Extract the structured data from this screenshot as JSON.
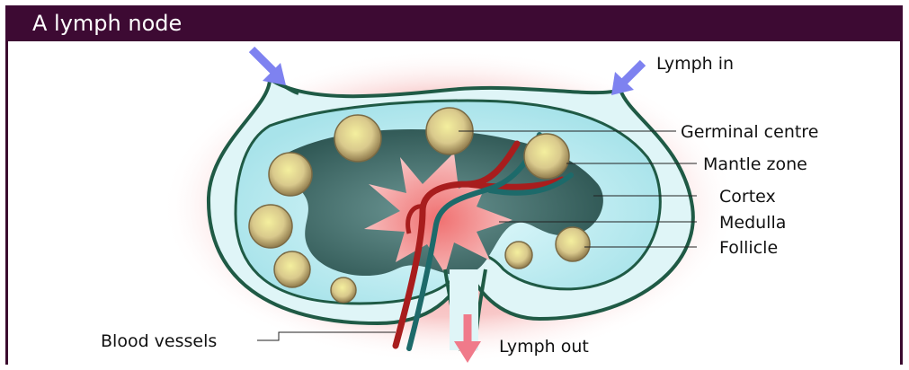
{
  "title": "A lymph node",
  "labels": {
    "lymph_in": "Lymph in",
    "germinal_centre": "Germinal centre",
    "mantle_zone": "Mantle zone",
    "cortex": "Cortex",
    "medulla": "Medulla",
    "follicle": "Follicle",
    "blood_vessels": "Blood vessels",
    "lymph_out": "Lymph out"
  },
  "colors": {
    "title_bar": "#3d0a33",
    "glow": "#f28b8b",
    "capsule": "#1f5a45",
    "cortex": "#bfe9ee",
    "medulla_dark": "#3f6e6a",
    "medulla_pink": "#f2a9a9",
    "follicle": "#c9b27a",
    "germinal": "#efe49a",
    "artery": "#a81d1d",
    "vein": "#1d6a6a",
    "lymph_in_arrow": "#7e82f0",
    "lymph_out_arrow": "#f07a8a"
  }
}
